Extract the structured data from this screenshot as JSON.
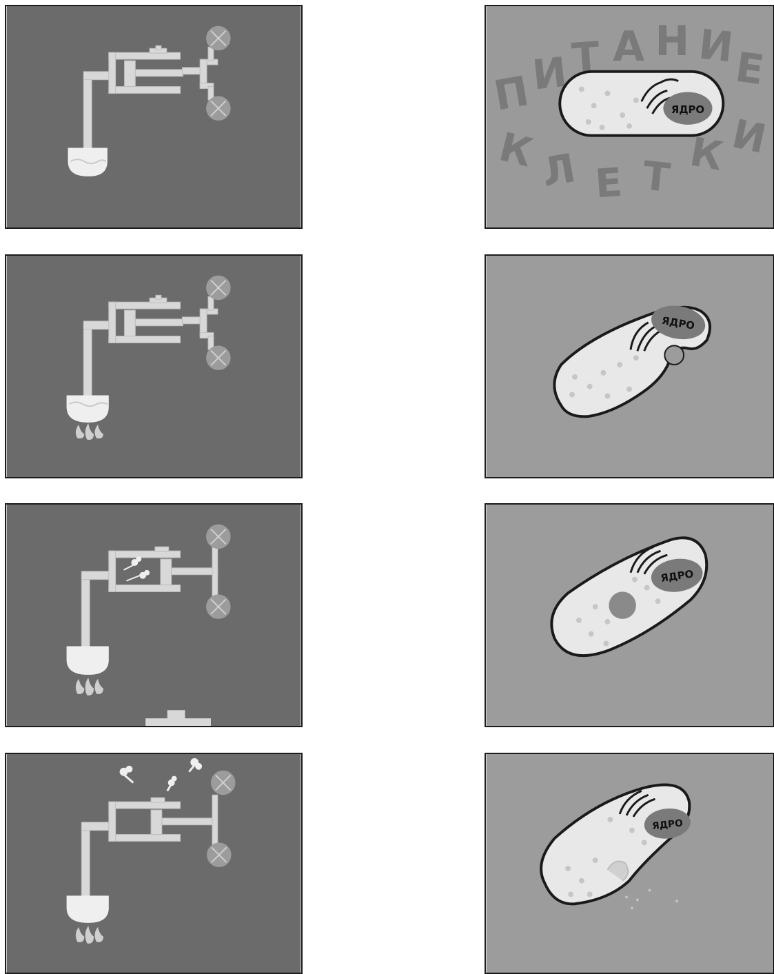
{
  "left_column": {
    "frames": [
      {
        "id": "engine-1"
      },
      {
        "id": "engine-2"
      },
      {
        "id": "engine-3"
      },
      {
        "id": "engine-4"
      }
    ]
  },
  "right_column": {
    "title_letters": [
      "П",
      "И",
      "Т",
      "А",
      "Н",
      "И",
      "Е",
      "К",
      "Л",
      "Е",
      "Т",
      "К",
      "И"
    ],
    "nucleus_label": "ЯДРО",
    "frames": [
      {
        "id": "cell-1"
      },
      {
        "id": "cell-2"
      },
      {
        "id": "cell-3"
      },
      {
        "id": "cell-4"
      }
    ]
  },
  "colors": {
    "board": "#6a6a6a",
    "paper": "#e4e4e4",
    "table": "#9a9a9a",
    "cell_body": "#e8e8e8",
    "nucleus": "#7a7a7a",
    "outline": "#1a1a1a"
  }
}
